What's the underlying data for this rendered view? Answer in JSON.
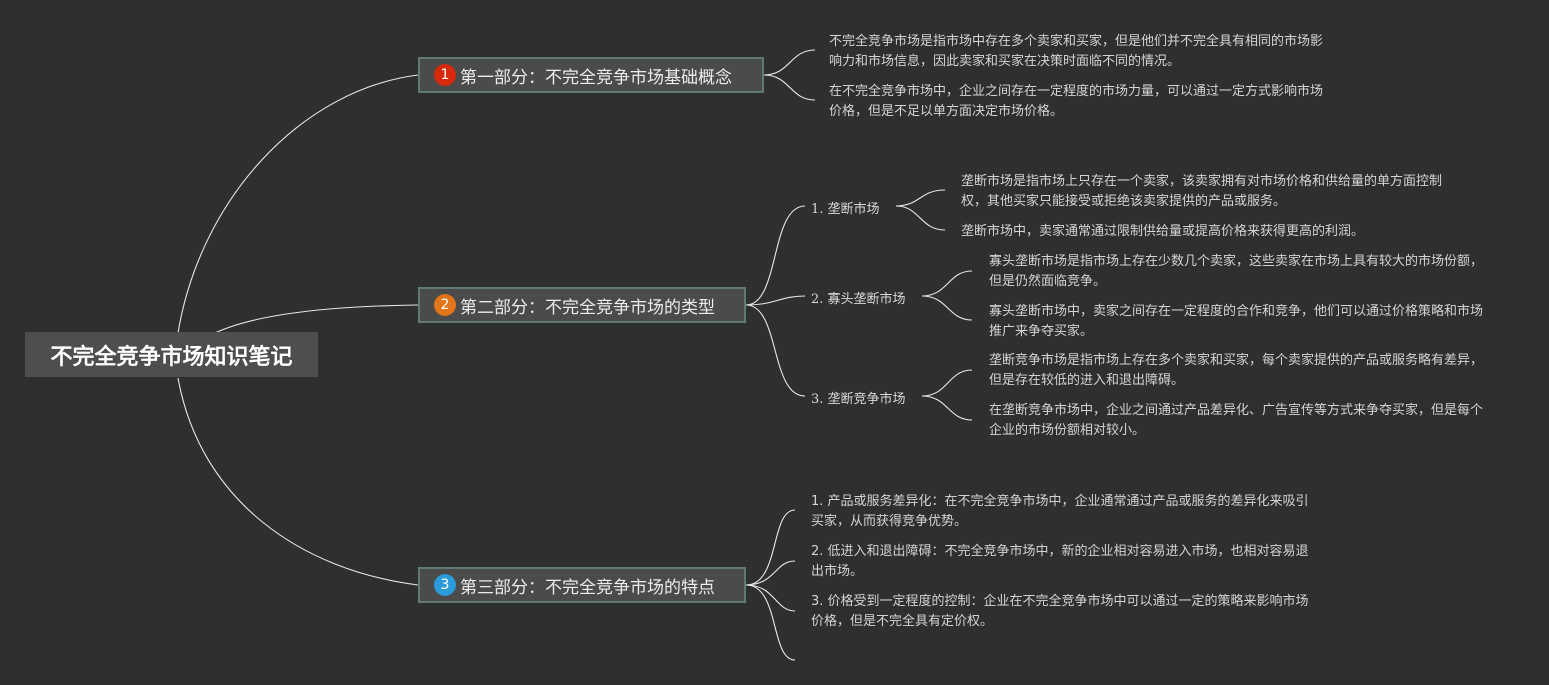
{
  "root": {
    "title": "不完全竞争市场知识笔记"
  },
  "colors": {
    "background": "#2f2f2f",
    "badge1": "#d8290c",
    "badge2": "#e27419",
    "badge3": "#2a9ad8",
    "topic_border": "#5f7a74"
  },
  "topics": [
    {
      "badge": "1",
      "label": "第一部分：不完全竞争市场基础概念",
      "notes": [
        "不完全竞争市场是指市场中存在多个卖家和买家，但是他们并不完全具有相同的市场影响力和市场信息，因此卖家和买家在决策时面临不同的情况。",
        "在不完全竞争市场中，企业之间存在一定程度的市场力量，可以通过一定方式影响市场价格，但是不足以单方面决定市场价格。"
      ]
    },
    {
      "badge": "2",
      "label": "第二部分：不完全竞争市场的类型",
      "subs": [
        {
          "label": "1. 垄断市场",
          "notes": [
            "垄断市场是指市场上只存在一个卖家，该卖家拥有对市场价格和供给量的单方面控制权，其他买家只能接受或拒绝该卖家提供的产品或服务。",
            "垄断市场中，卖家通常通过限制供给量或提高价格来获得更高的利润。"
          ]
        },
        {
          "label": "2. 寡头垄断市场",
          "notes": [
            "寡头垄断市场是指市场上存在少数几个卖家，这些卖家在市场上具有较大的市场份额，但是仍然面临竞争。",
            "寡头垄断市场中，卖家之间存在一定程度的合作和竞争，他们可以通过价格策略和市场推广来争夺买家。"
          ]
        },
        {
          "label": "3. 垄断竞争市场",
          "notes": [
            "垄断竞争市场是指市场上存在多个卖家和买家，每个卖家提供的产品或服务略有差异，但是存在较低的进入和退出障碍。",
            "在垄断竞争市场中，企业之间通过产品差异化、广告宣传等方式来争夺买家，但是每个企业的市场份额相对较小。"
          ]
        }
      ]
    },
    {
      "badge": "3",
      "label": "第三部分：不完全竞争市场的特点",
      "points": [
        "1. 产品或服务差异化：在不完全竞争市场中，企业通常通过产品或服务的差异化来吸引买家，从而获得竞争优势。",
        "2. 低进入和退出障碍：不完全竞争市场中，新的企业相对容易进入市场，也相对容易退出市场。",
        "3. 价格受到一定程度的控制：企业在不完全竞争市场中可以通过一定的策略来影响市场价格，但是不完全具有定价权。"
      ]
    }
  ]
}
